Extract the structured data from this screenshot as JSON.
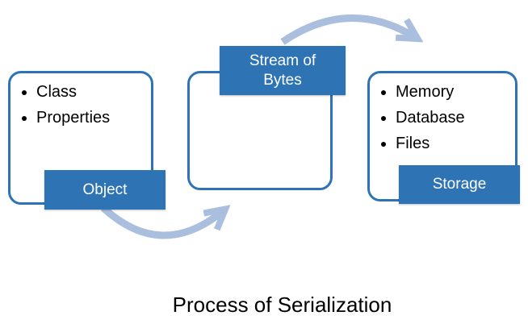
{
  "title": "Process of Serialization",
  "colors": {
    "shape_blue": "#2E74B5",
    "arrow_blue": "#AABFDE",
    "label_text": "#FFFFFF",
    "body_text": "#000000"
  },
  "stages": [
    {
      "label": "Object",
      "items": [
        "Class",
        "Properties"
      ]
    },
    {
      "label": "Stream of Bytes",
      "items": []
    },
    {
      "label": "Storage",
      "items": [
        "Memory",
        "Database",
        "Files"
      ]
    }
  ],
  "icons": [
    {
      "name": "curved-arrow-bottom-icon",
      "meaning": "flow from Object to Stream of Bytes"
    },
    {
      "name": "curved-arrow-top-icon",
      "meaning": "flow from Stream of Bytes to Storage"
    }
  ]
}
